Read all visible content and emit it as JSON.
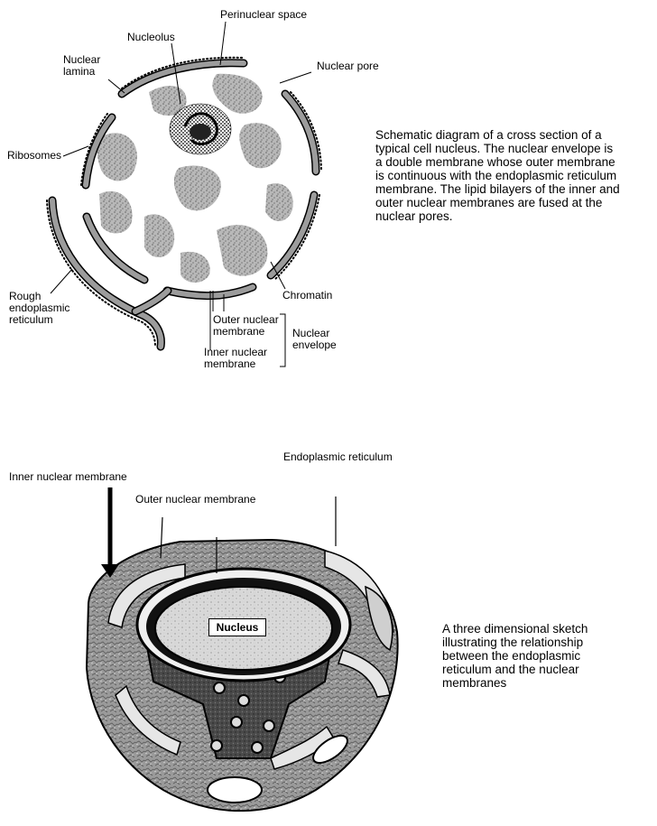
{
  "top_diagram": {
    "labels": {
      "perinuclear_space": "Perinuclear space",
      "nucleolus": "Nucleolus",
      "nuclear_lamina": "Nuclear\nlamina",
      "nuclear_pore": "Nuclear pore",
      "ribosomes": "Ribosomes",
      "rough_er": "Rough\nendoplasmic\nreticulum",
      "chromatin": "Chromatin",
      "outer_nuclear_membrane": "Outer nuclear\nmembrane",
      "inner_nuclear_membrane": "Inner nuclear\nmembrane",
      "nuclear_envelope": "Nuclear\nenvelope"
    },
    "caption": "Schematic diagram of a cross section of a\ntypical cell nucleus. The nuclear envelope is\na double membrane whose outer membrane\nis continuous with the endoplasmic reticulum\nmembrane. The lipid bilayers of the inner and\nouter nuclear membranes are fused at the\nnuclear pores."
  },
  "bottom_diagram": {
    "labels": {
      "endoplasmic_reticulum": "Endoplasmic reticulum",
      "inner_nuclear_membrane": "Inner nuclear membrane",
      "outer_nuclear_membrane": "Outer nuclear membrane",
      "nucleus": "Nucleus"
    },
    "caption": "A three dimensional sketch\nillustrating the relationship\nbetween the endoplasmic\nreticulum and the nuclear\nmembranes"
  }
}
